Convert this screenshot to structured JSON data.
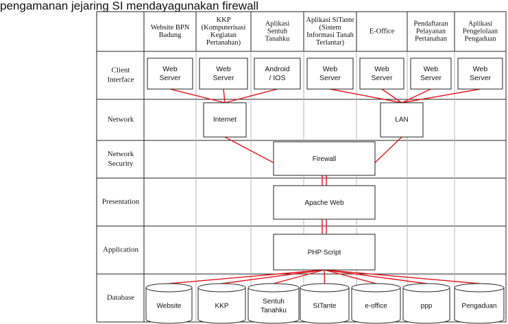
{
  "caption": "pengamanan jejaring SI mendayagunakan firewall",
  "headers": [
    [
      "Website BPN",
      "Badung"
    ],
    [
      "KKP",
      "(Komputerisasi",
      "Kegiatan",
      "Pertanahan)"
    ],
    [
      "Aplikasi",
      "Sentuh",
      "Tanahku"
    ],
    [
      "Aplikasi SiTante",
      "(Sistem",
      "Informasi Tanah",
      "Terlantar)"
    ],
    [
      "E-Office"
    ],
    [
      "Pendaftaran",
      "Pelayanan",
      "Pertanahan"
    ],
    [
      "Aplikasi",
      "Pengelolaan",
      "Pengaduan"
    ]
  ],
  "layers": [
    [
      "Client",
      "Interface"
    ],
    [
      "Network"
    ],
    [
      "Network",
      "Security"
    ],
    [
      "Presentation"
    ],
    [
      "Application"
    ],
    [
      "Database"
    ]
  ],
  "client_boxes": [
    [
      "Web",
      "Server"
    ],
    [
      "Web",
      "Server"
    ],
    [
      "Android",
      "/ IOS"
    ],
    [
      "Web",
      "Server"
    ],
    [
      "Web",
      "Server"
    ],
    [
      "Web",
      "Server"
    ],
    [
      "Web",
      "Server"
    ]
  ],
  "network_boxes": [
    "Internet",
    "LAN"
  ],
  "firewall_label": "Firewall",
  "presentation_label": "Apache Web",
  "application_label": "PHP Script",
  "databases": [
    [
      "Website"
    ],
    [
      "KKP"
    ],
    [
      "Sentuh",
      "Tanahku"
    ],
    [
      "SITante"
    ],
    [
      "e-office"
    ],
    [
      "ppp"
    ],
    [
      "Pengaduan"
    ]
  ],
  "colors": {
    "connector": "#e0141b",
    "grid": "#222222",
    "grid_light": "#b5b5b5"
  }
}
